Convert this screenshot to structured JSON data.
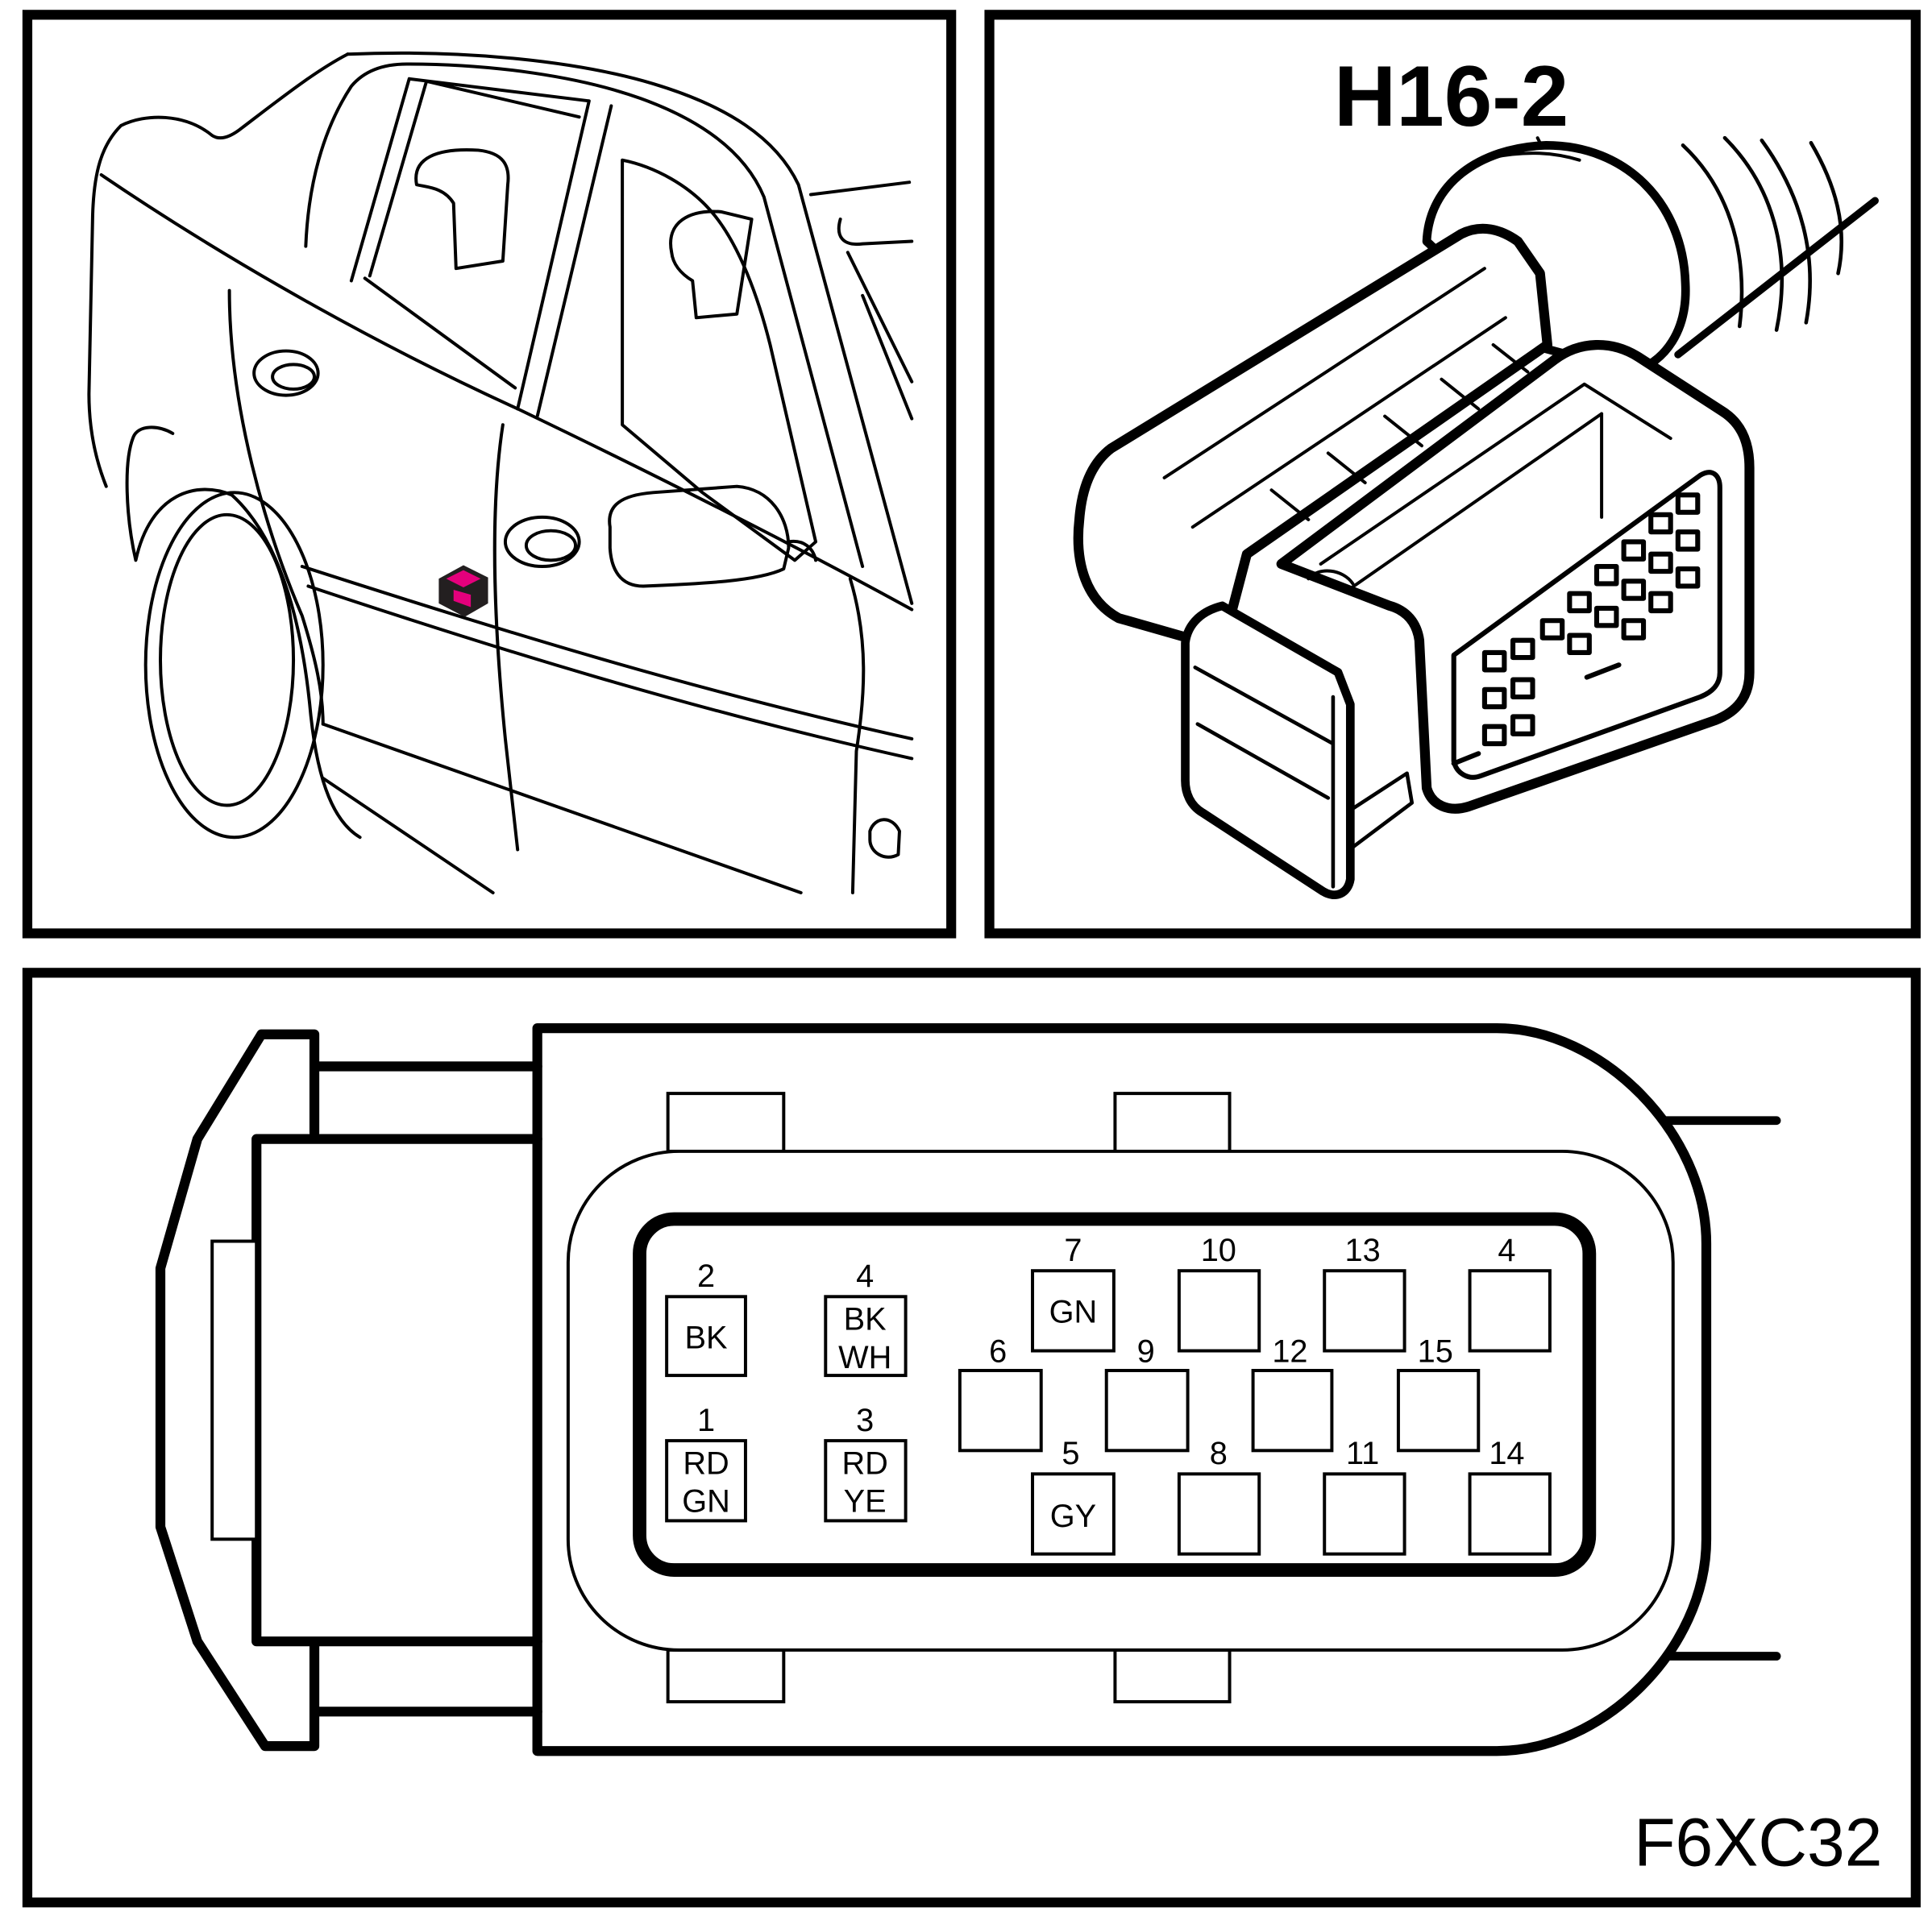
{
  "connector": {
    "id": "H16-2",
    "pins": [
      {
        "number": "2",
        "colors": [
          "BK"
        ]
      },
      {
        "number": "4",
        "colors": [
          "BK",
          "WH"
        ]
      },
      {
        "number": "1",
        "colors": [
          "RD",
          "GN"
        ]
      },
      {
        "number": "3",
        "colors": [
          "RD",
          "YE"
        ]
      },
      {
        "number": "7",
        "colors": [
          "GN"
        ]
      },
      {
        "number": "10",
        "colors": []
      },
      {
        "number": "13",
        "colors": []
      },
      {
        "number": "4",
        "colors": []
      },
      {
        "number": "6",
        "colors": []
      },
      {
        "number": "9",
        "colors": []
      },
      {
        "number": "12",
        "colors": []
      },
      {
        "number": "15",
        "colors": []
      },
      {
        "number": "5",
        "colors": [
          "GY"
        ]
      },
      {
        "number": "8",
        "colors": []
      },
      {
        "number": "11",
        "colors": []
      },
      {
        "number": "14",
        "colors": []
      }
    ]
  },
  "figure_code": "F6XC32",
  "colors": {
    "ink": "#000000",
    "background": "#ffffff",
    "location_marker": "#e4007c",
    "location_marker_body": "#231f20"
  }
}
